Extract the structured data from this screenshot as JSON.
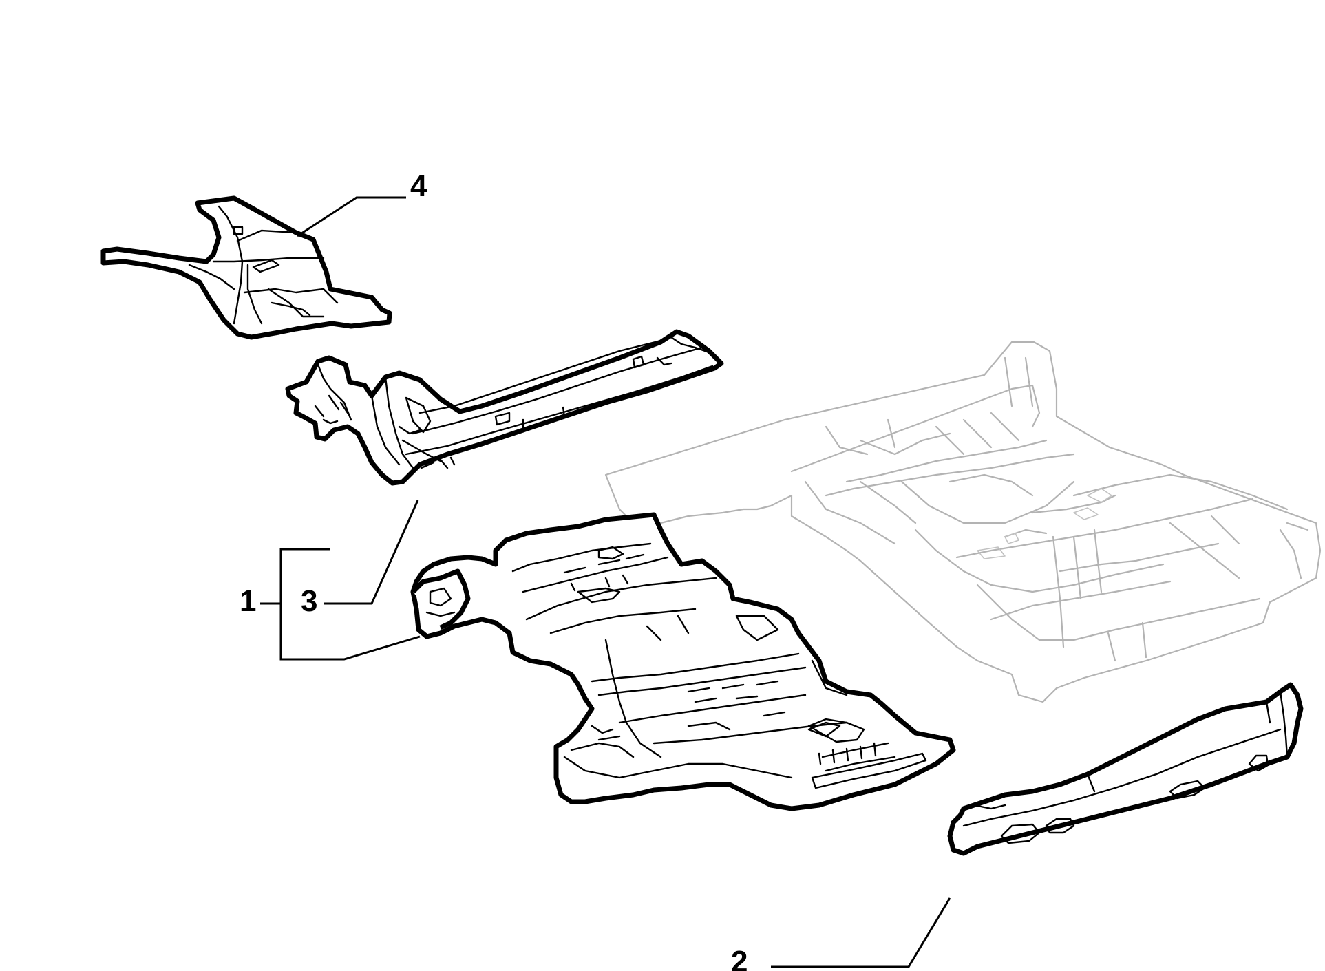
{
  "callouts": {
    "c1": "1",
    "c2": "2",
    "c3": "3",
    "c4": "4"
  },
  "colors": {
    "line": "#000000",
    "ghost": "#b3b3b3",
    "background": "#ffffff"
  }
}
